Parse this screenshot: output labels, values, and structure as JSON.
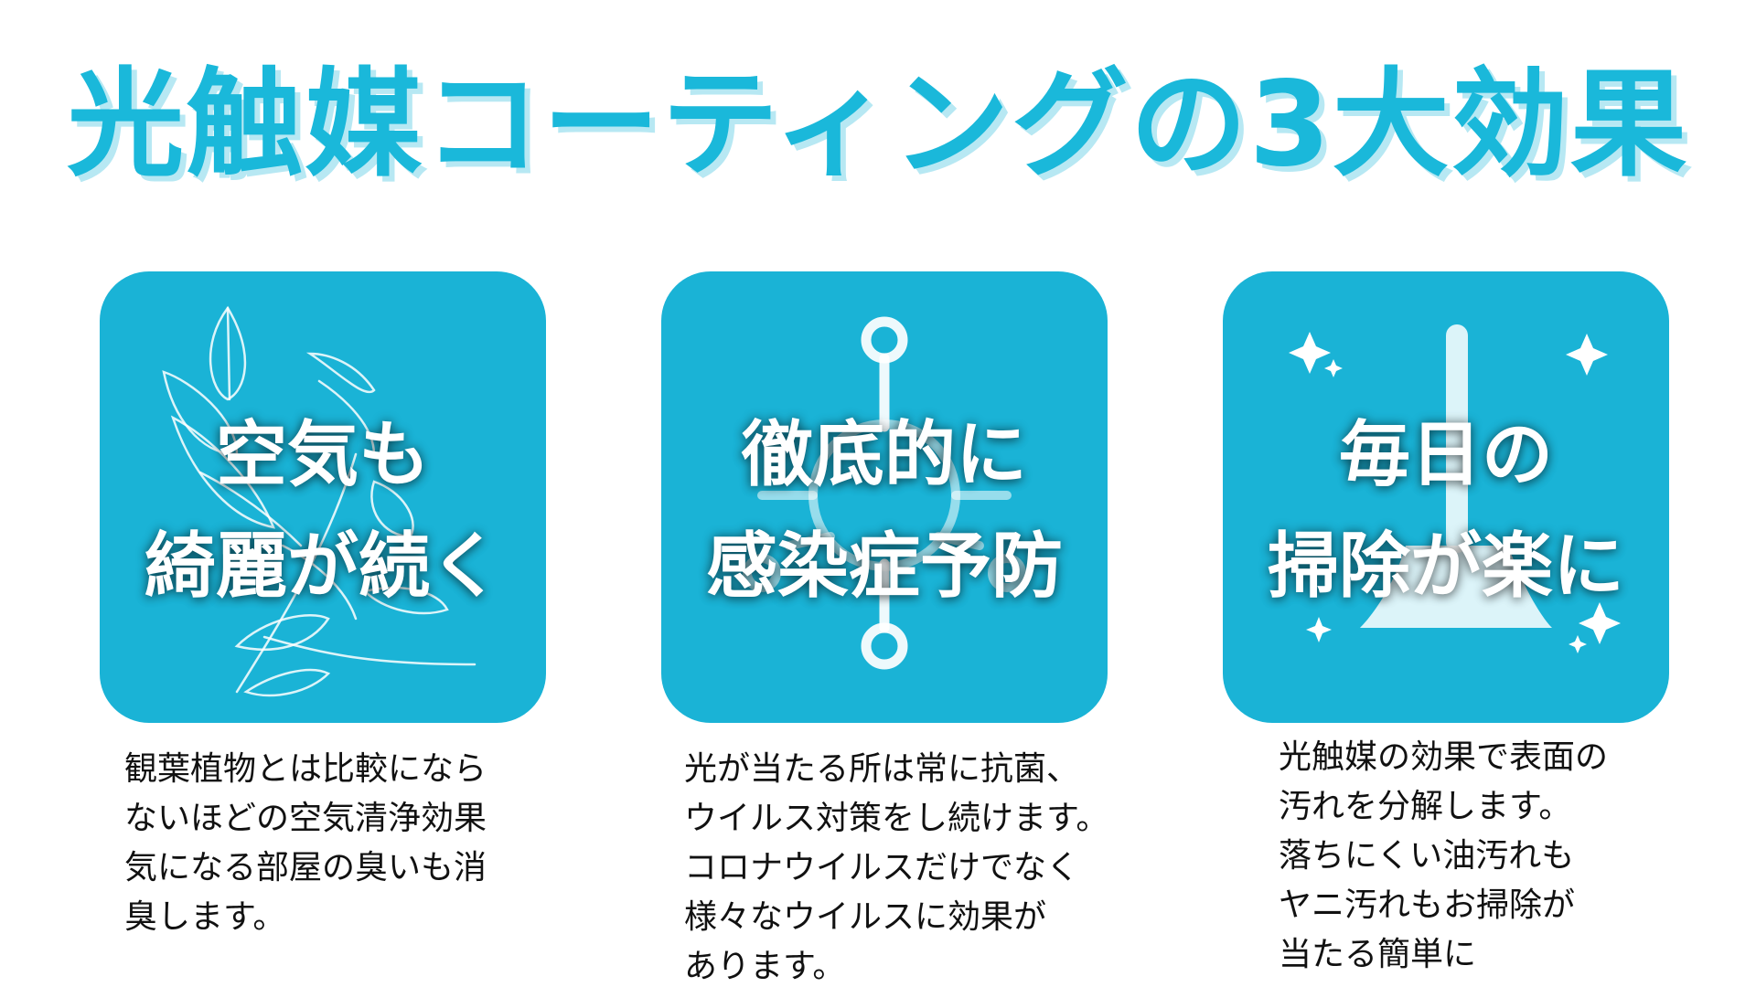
{
  "headline": "光触媒コーティングの3大効果",
  "colors": {
    "accent": "#1ab8da",
    "card": "#1ab3d6",
    "headline_shadow": "#b7e8f3",
    "card_text": "#ffffff",
    "body_text": "#111111"
  },
  "cards": [
    {
      "icon": "leaf-icon",
      "title_lines": [
        "空気も",
        "綺麗が続く"
      ],
      "description_lines": [
        "観葉植物とは比較になら",
        "ないほどの空気清浄効果",
        "気になる部屋の臭いも消",
        "臭します。"
      ]
    },
    {
      "icon": "virus-icon",
      "title_lines": [
        "徹底的に",
        "感染症予防"
      ],
      "description_lines": [
        "光が当たる所は常に抗菌、",
        "ウイルス対策をし続けます。",
        "コロナウイルスだけでなく",
        "様々なウイルスに効果が",
        "あります。"
      ]
    },
    {
      "icon": "broom-sparkle-icon",
      "title_lines": [
        "毎日の",
        "掃除が楽に"
      ],
      "description_lines": [
        "光触媒の効果で表面の",
        "汚れを分解します。",
        "落ちにくい油汚れも",
        "ヤニ汚れもお掃除が",
        "当たる簡単に"
      ]
    }
  ]
}
